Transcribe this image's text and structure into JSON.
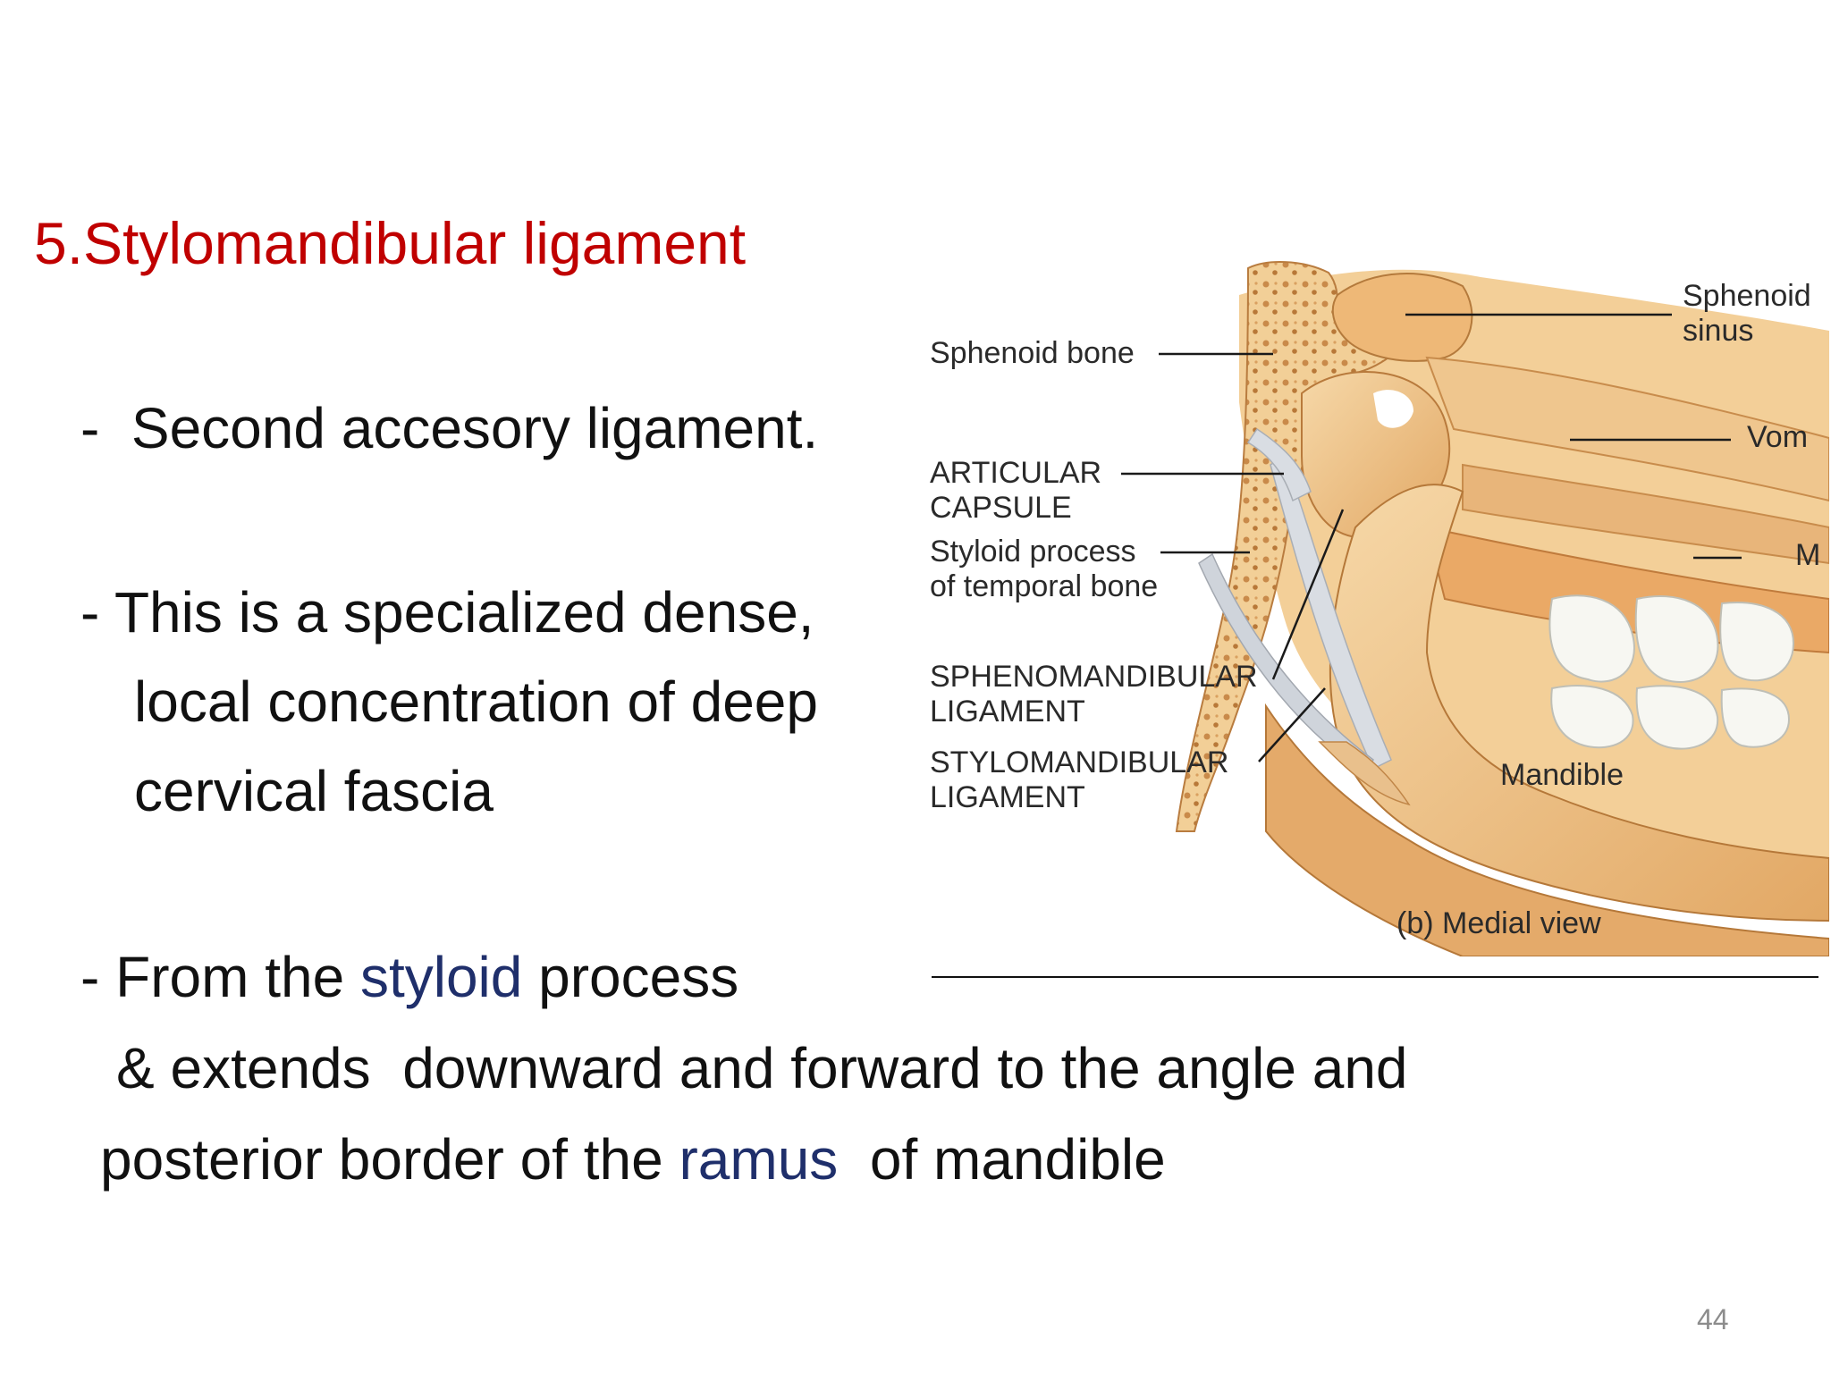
{
  "slide": {
    "title": "5.Stylomandibular ligament",
    "bullet1": "-  Second accesory ligament.",
    "bullet2_line1": "- This is a specialized dense,",
    "bullet2_line2": "local concentration of deep",
    "bullet2_line3": "cervical fascia",
    "bullet3_pre": "- From the ",
    "bullet3_term": "styloid",
    "bullet3_post": " process",
    "bullet3_line2": "& extends  downward and forward to the angle and",
    "bullet3_line3_pre": "posterior border of the ",
    "bullet3_line3_term": "ramus",
    "bullet3_line3_post": "  of mandible",
    "page_number": "44"
  },
  "figure": {
    "labels": {
      "sphenoid_bone": "Sphenoid bone",
      "articular_capsule": "ARTICULAR\nCAPSULE",
      "styloid_process": "Styloid process\nof temporal bone",
      "sphenomandibular": "SPHENOMANDIBULAR\nLIGAMENT",
      "stylomandibular": "STYLOMANDIBULAR\nLIGAMENT",
      "sphenoid_sinus": "Sphenoid\nsinus",
      "vomer": "Vom",
      "maxilla": "M",
      "mandible": "Mandible"
    },
    "caption": "(b) Medial view"
  },
  "colors": {
    "title": "#c00000",
    "body_text": "#111111",
    "accent_term": "#1f2f6b",
    "bone": "#e9b979",
    "bone_light": "#f5d9ad",
    "ligament": "#d9dde3",
    "teeth": "#f7f7f2"
  }
}
